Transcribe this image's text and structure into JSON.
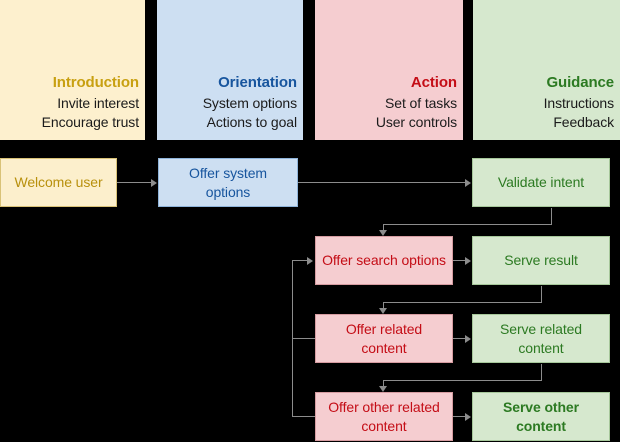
{
  "legend": {
    "panels": [
      {
        "id": "introduction",
        "title": "Introduction",
        "lines": [
          "Invite interest",
          "Encourage trust"
        ],
        "bg": "#FDF0CE",
        "accent": "#C8A011"
      },
      {
        "id": "orientation",
        "title": "Orientation",
        "lines": [
          "System options",
          "Actions to goal"
        ],
        "bg": "#CDDFF2",
        "accent": "#17559E"
      },
      {
        "id": "action",
        "title": "Action",
        "lines": [
          "Set of tasks",
          "User controls"
        ],
        "bg": "#F5CDD0",
        "accent": "#C40D16"
      },
      {
        "id": "guidance",
        "title": "Guidance",
        "lines": [
          "Instructions",
          "Feedback"
        ],
        "bg": "#D6E8CE",
        "accent": "#2C7A22"
      }
    ]
  },
  "flow": {
    "nodes": [
      {
        "id": "welcome-user",
        "label": "Welcome user",
        "category": "introduction",
        "bold": false
      },
      {
        "id": "offer-system-options",
        "label": "Offer system options",
        "category": "orientation",
        "bold": false
      },
      {
        "id": "validate-intent",
        "label": "Validate intent",
        "category": "guidance",
        "bold": false
      },
      {
        "id": "offer-search-options",
        "label": "Offer search options",
        "category": "action",
        "bold": false
      },
      {
        "id": "serve-result",
        "label": "Serve result",
        "category": "guidance",
        "bold": false
      },
      {
        "id": "offer-related-content",
        "label": "Offer related content",
        "category": "action",
        "bold": false
      },
      {
        "id": "serve-related-content",
        "label": "Serve related content",
        "category": "guidance",
        "bold": false
      },
      {
        "id": "offer-other-related-content",
        "label": "Offer other related content",
        "category": "action",
        "bold": false
      },
      {
        "id": "serve-other-content",
        "label": "Serve other content",
        "category": "guidance",
        "bold": true
      }
    ],
    "edges": [
      {
        "from": "welcome-user",
        "to": "offer-system-options"
      },
      {
        "from": "offer-system-options",
        "to": "validate-intent"
      },
      {
        "from": "validate-intent",
        "to": "offer-search-options"
      },
      {
        "from": "offer-search-options",
        "to": "serve-result"
      },
      {
        "from": "serve-result",
        "to": "offer-related-content"
      },
      {
        "from": "offer-related-content",
        "to": "serve-related-content"
      },
      {
        "from": "serve-related-content",
        "to": "offer-other-related-content"
      },
      {
        "from": "offer-other-related-content",
        "to": "serve-other-content"
      },
      {
        "from": "offer-other-related-content",
        "to": "offer-search-options"
      }
    ],
    "connector_color": "#8c8c8c"
  }
}
